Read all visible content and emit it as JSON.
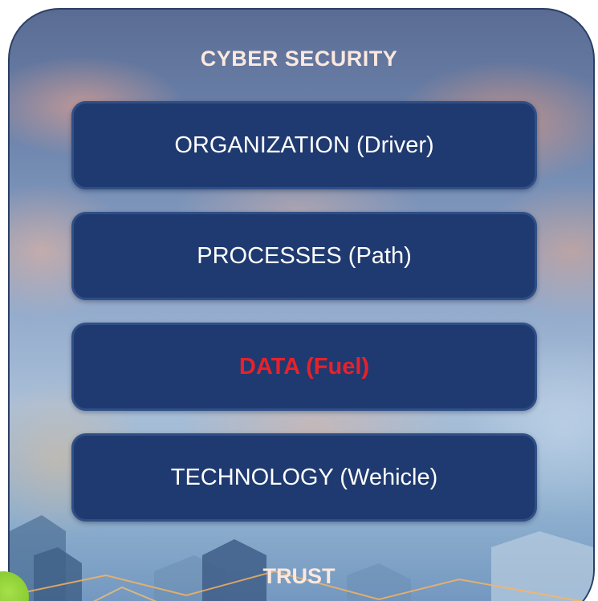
{
  "header": {
    "title": "CYBER SECURITY"
  },
  "layers": [
    {
      "label": "ORGANIZATION (Driver)",
      "highlight": false
    },
    {
      "label": "PROCESSES (Path)",
      "highlight": false
    },
    {
      "label": "DATA (Fuel)",
      "highlight": true
    },
    {
      "label": "TECHNOLOGY (Wehicle)",
      "highlight": false
    }
  ],
  "footer": {
    "label": "TRUST"
  },
  "colors": {
    "box_fill": "#1f3a70",
    "box_border": "#2f4f86",
    "highlight_text": "#e8212a",
    "title_text": "#fbe8df",
    "accent_dot": "#8fd136"
  }
}
